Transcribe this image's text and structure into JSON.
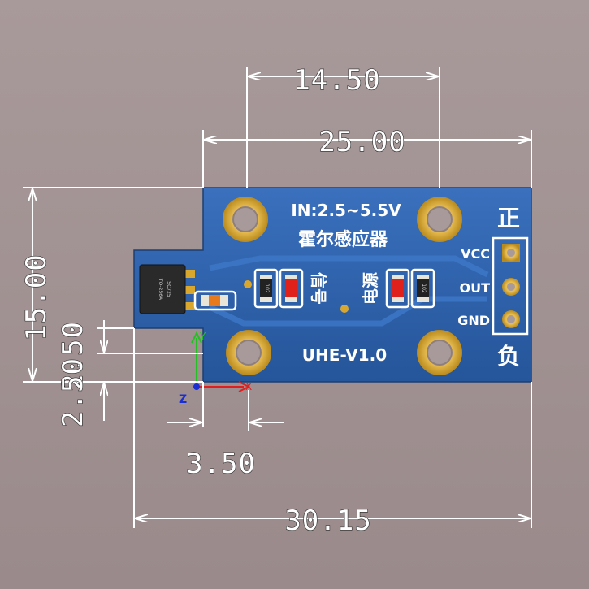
{
  "dimensions": {
    "top_spacing": "14.50",
    "board_width": "25.00",
    "board_height": "15.00",
    "axis_offset_v": "2.50",
    "axis_offset_v2": "2.50",
    "axis_offset_h": "3.50",
    "total_width": "30.15"
  },
  "board": {
    "input_range": "IN:2.5~5.5V",
    "product_name": "霍尔感应器",
    "model": "UHE-V1.0",
    "signal_label": "信号",
    "power_label": "电源",
    "positive_label": "正",
    "negative_label": "负",
    "pins": [
      "VCC",
      "OUT",
      "GND"
    ],
    "sensor_text_1": "SC725",
    "sensor_text_2": "TO-256A",
    "led_code_1": "102",
    "led_code_2": "102"
  },
  "axes": {
    "x": "X",
    "y": "Y",
    "z": "Z"
  },
  "colors": {
    "pcb": "#2d5fa8",
    "pad_gold": "#d9a72e",
    "led_red": "#e0201a",
    "dim_line": "#ffffff"
  }
}
